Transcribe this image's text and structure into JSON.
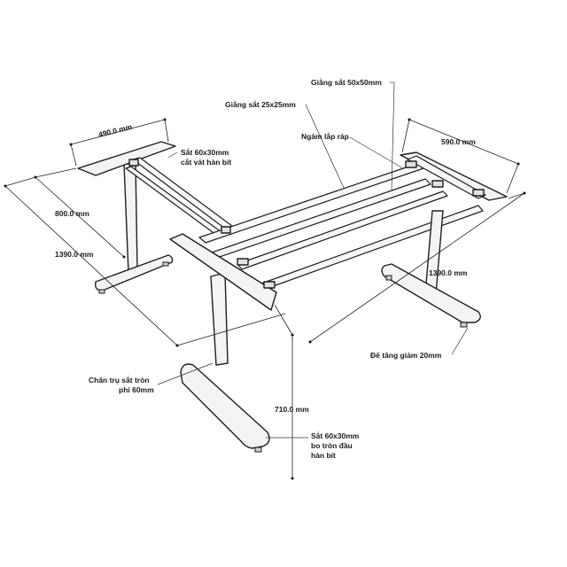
{
  "labels": {
    "dim_490": "490.0 mm",
    "dim_800": "800.0 mm",
    "dim_1390_left": "1390.0 mm",
    "dim_590": "590.0 mm",
    "dim_1390_right": "1390.0 mm",
    "dim_710": "710.0 mm",
    "steel_60x30_bevel_l1": "Sắt 60x30mm",
    "steel_60x30_bevel_l2": "cắt vát hàn bít",
    "brace_25x25": "Giằng sắt 25x25mm",
    "brace_50x50": "Giằng sắt 50x50mm",
    "mounting_slot": "Ngàm lắp ráp",
    "leveling_foot": "Đế tăng giảm 20mm",
    "round_column_l1": "Chân trụ sắt tròn",
    "round_column_l2": "phi 60mm",
    "steel_60x30_round_l1": "Sắt 60x30mm",
    "steel_60x30_round_l2": "bo tròn đầu",
    "steel_60x30_round_l3": "hàn bít"
  }
}
